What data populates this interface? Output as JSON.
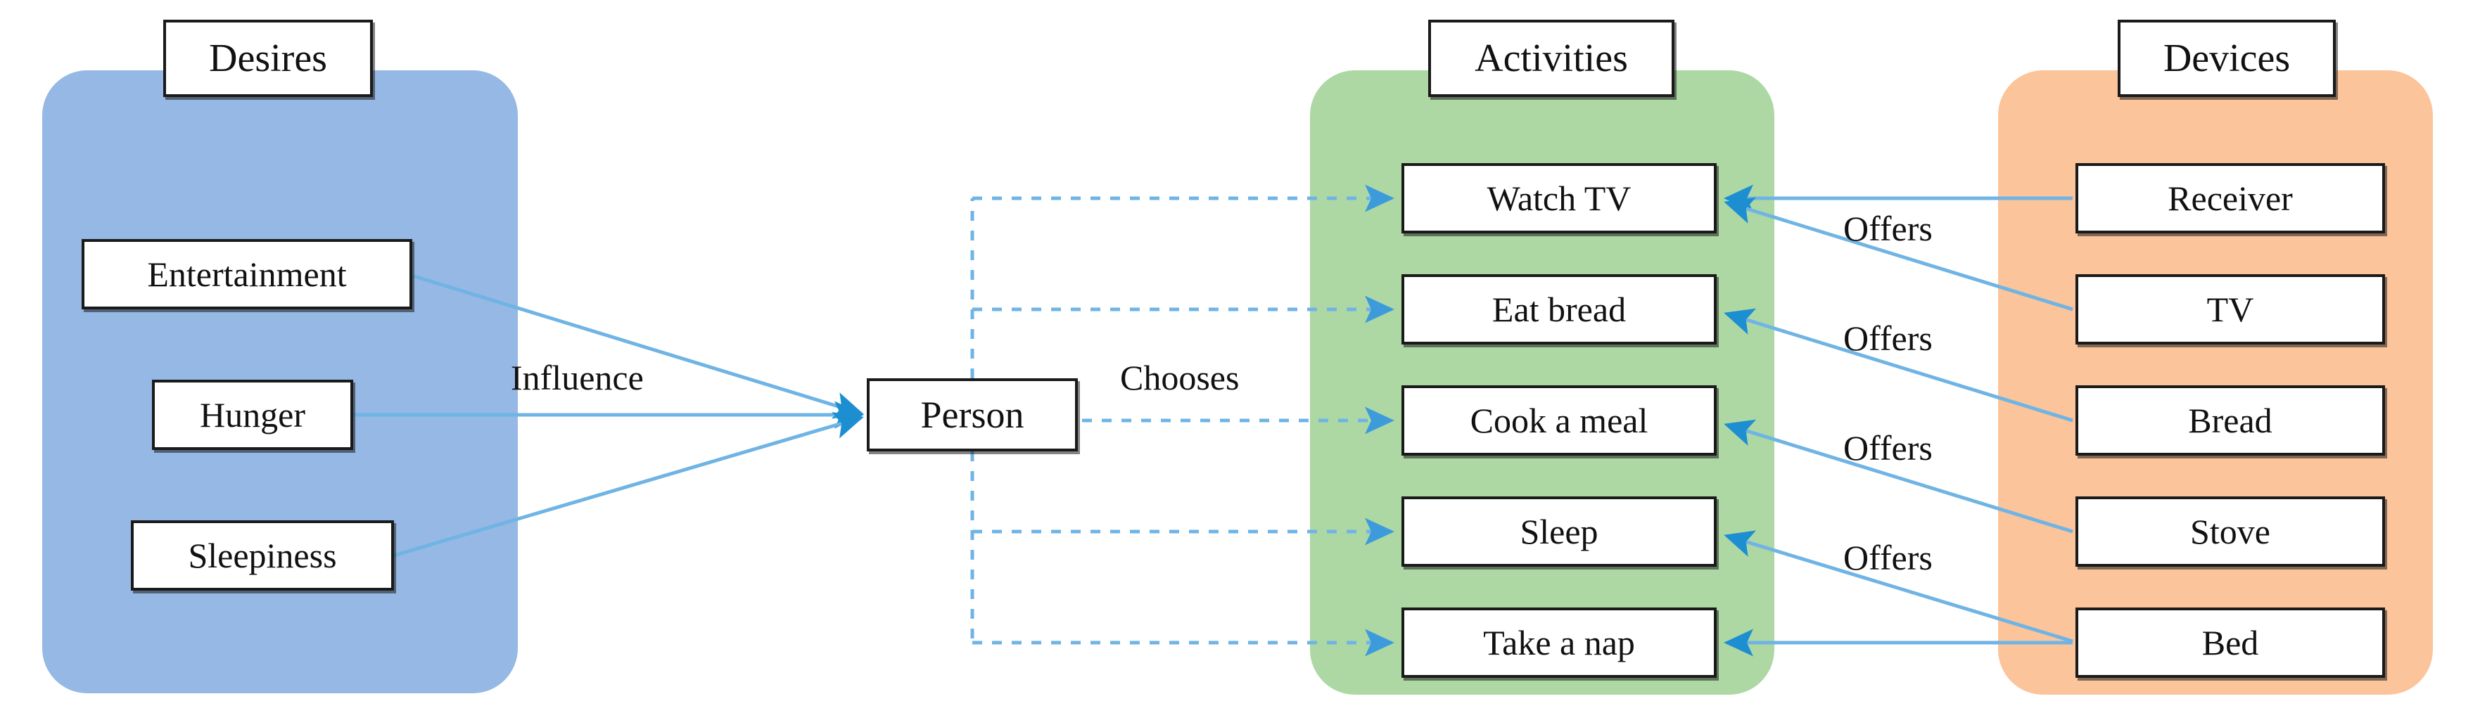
{
  "diagram": {
    "title": "Desires, Activities and Devices relationship diagram",
    "colors": {
      "desires_panel": "#96B8E4",
      "activities_panel": "#ADD8A4",
      "devices_panel": "#FBC49A",
      "edge_blue": "#4FA3DC",
      "node_border": "#1a1a1a",
      "node_fill": "#ffffff",
      "background": "#ffffff"
    }
  },
  "groups": {
    "desires": {
      "title": "Desires",
      "items": [
        {
          "label": "Entertainment"
        },
        {
          "label": "Hunger"
        },
        {
          "label": "Sleepiness"
        }
      ]
    },
    "activities": {
      "title": "Activities",
      "items": [
        {
          "label": "Watch TV"
        },
        {
          "label": "Eat bread"
        },
        {
          "label": "Cook a meal"
        },
        {
          "label": "Sleep"
        },
        {
          "label": "Take a nap"
        }
      ]
    },
    "devices": {
      "title": "Devices",
      "items": [
        {
          "label": "Receiver"
        },
        {
          "label": "TV"
        },
        {
          "label": "Bread"
        },
        {
          "label": "Stove"
        },
        {
          "label": "Bed"
        }
      ]
    }
  },
  "actor": {
    "label": "Person"
  },
  "edge_labels": {
    "influence": "Influence",
    "chooses": "Chooses",
    "offers": [
      "Offers",
      "Offers",
      "Offers",
      "Offers"
    ]
  },
  "relations": [
    {
      "from": "Entertainment",
      "to": "Person",
      "label": "Influence",
      "style": "solid"
    },
    {
      "from": "Hunger",
      "to": "Person",
      "label": "Influence",
      "style": "solid"
    },
    {
      "from": "Sleepiness",
      "to": "Person",
      "label": "Influence",
      "style": "solid"
    },
    {
      "from": "Person",
      "to": "Watch TV",
      "label": "Chooses",
      "style": "dotted"
    },
    {
      "from": "Person",
      "to": "Eat bread",
      "label": "Chooses",
      "style": "dotted"
    },
    {
      "from": "Person",
      "to": "Cook a meal",
      "label": "Chooses",
      "style": "dotted"
    },
    {
      "from": "Person",
      "to": "Sleep",
      "label": "Chooses",
      "style": "dotted"
    },
    {
      "from": "Person",
      "to": "Take a nap",
      "label": "Chooses",
      "style": "dotted"
    },
    {
      "from": "Receiver",
      "to": "Watch TV",
      "label": "Offers",
      "style": "solid"
    },
    {
      "from": "TV",
      "to": "Watch TV",
      "label": "Offers",
      "style": "solid"
    },
    {
      "from": "Bread",
      "to": "Eat bread",
      "label": "Offers",
      "style": "solid"
    },
    {
      "from": "Stove",
      "to": "Cook a meal",
      "label": "Offers",
      "style": "solid"
    },
    {
      "from": "Bed",
      "to": "Sleep",
      "label": "Offers",
      "style": "solid"
    },
    {
      "from": "Bed",
      "to": "Take a nap",
      "label": "Offers",
      "style": "solid"
    }
  ]
}
